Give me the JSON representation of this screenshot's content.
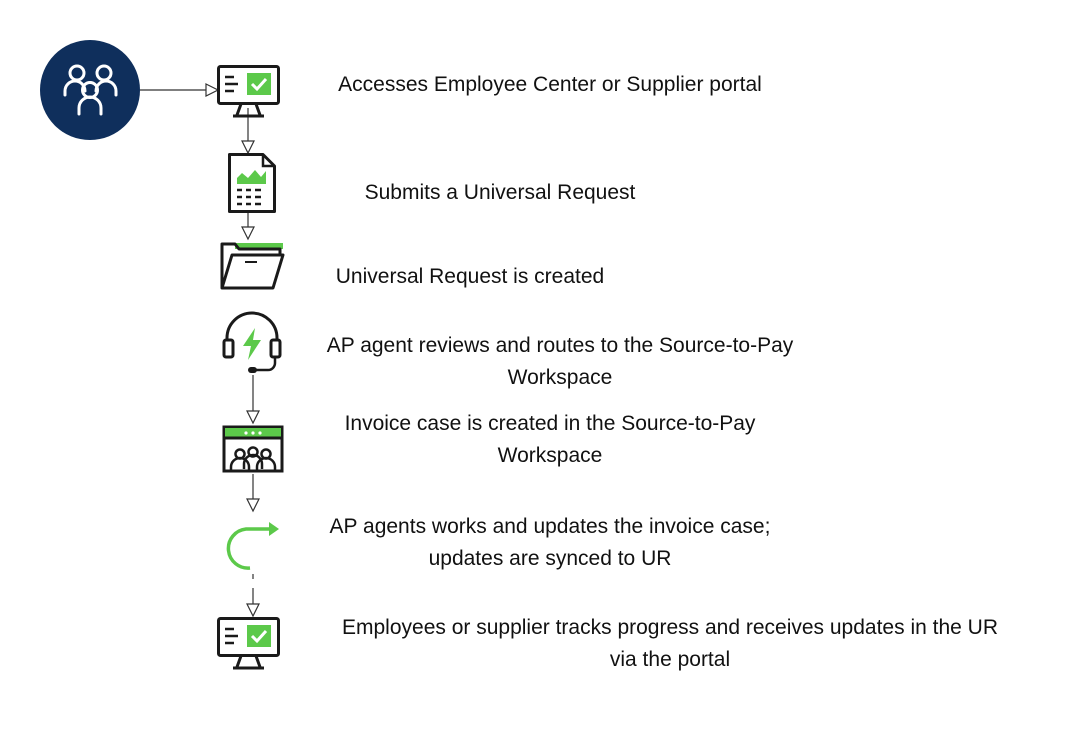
{
  "colors": {
    "accent_green": "#5cc94a",
    "actor_circle": "#0f2f5c",
    "icon_stroke": "#1a1a1a",
    "connector": "#333333"
  },
  "actor": {
    "icon": "users-group-icon"
  },
  "steps": [
    {
      "icon": "monitor-check-icon",
      "lines": [
        "Accesses Employee Center or Supplier portal"
      ]
    },
    {
      "icon": "report-document-icon",
      "lines": [
        "Submits a Universal Request"
      ]
    },
    {
      "icon": "open-folder-icon",
      "lines": [
        "Universal Request is created"
      ]
    },
    {
      "icon": "headset-bolt-icon",
      "lines": [
        "AP agent reviews and routes to the Source-to-Pay",
        "Workspace"
      ]
    },
    {
      "icon": "workspace-team-icon",
      "lines": [
        "Invoice case is created in the Source-to-Pay",
        "Workspace"
      ]
    },
    {
      "icon": "sync-arrow-icon",
      "lines": [
        "AP agents works and updates the invoice case;",
        "updates are synced to UR"
      ]
    },
    {
      "icon": "monitor-check-icon",
      "lines": [
        "Employees or supplier tracks progress and receives updates in the UR",
        "via the portal"
      ]
    }
  ]
}
